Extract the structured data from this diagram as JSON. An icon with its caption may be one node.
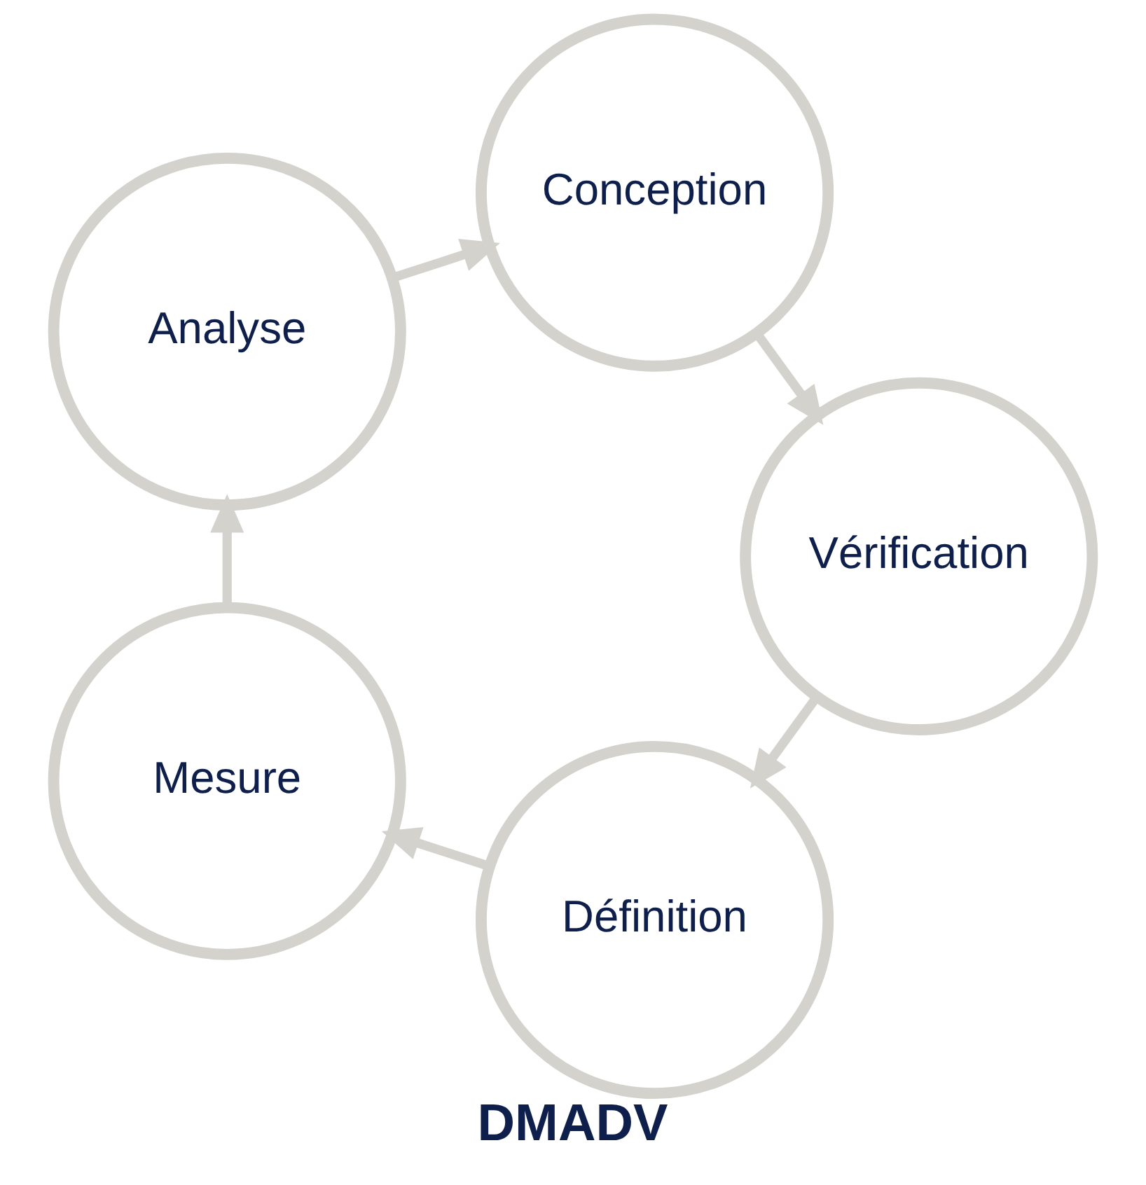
{
  "diagram": {
    "title": "DMADV",
    "nodes": [
      {
        "text": [
          "Définition"
        ]
      },
      {
        "text": [
          "Mesure"
        ]
      },
      {
        "text": [
          "Analyse"
        ]
      },
      {
        "text": [
          "Conception"
        ]
      },
      {
        "text": [
          "Vérification"
        ]
      }
    ],
    "edges": [
      {
        "from": 0,
        "to": 1,
        "arrow": "to"
      },
      {
        "from": 1,
        "to": 2,
        "arrow": "to"
      },
      {
        "from": 2,
        "to": 3,
        "arrow": "to"
      },
      {
        "from": 3,
        "to": 4,
        "arrow": "to"
      },
      {
        "from": 4,
        "to": 0,
        "arrow": "to"
      }
    ]
  }
}
